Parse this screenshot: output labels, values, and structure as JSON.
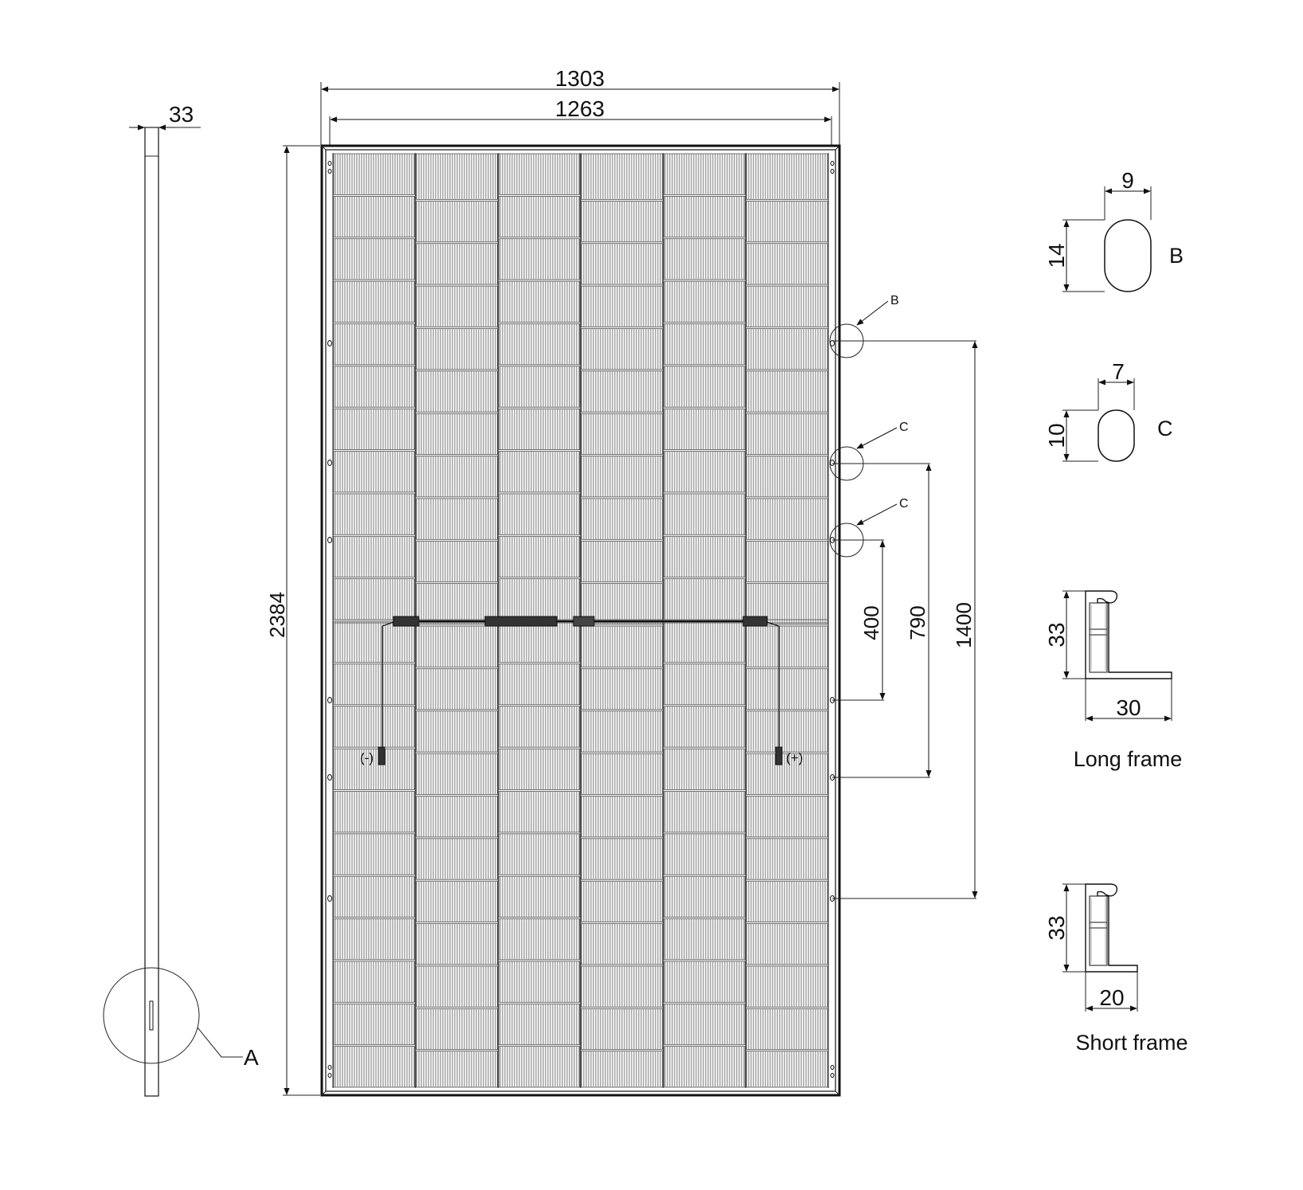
{
  "drawing": {
    "panel": {
      "cols": 6,
      "rows": 22,
      "frame_color": "#111111",
      "cell_line_color": "#555555"
    },
    "dims": {
      "overall_width": "1303",
      "glass_width": "1263",
      "overall_length": "2384",
      "thickness": "33",
      "hole_400": "400",
      "hole_790": "790",
      "hole_1400": "1400"
    },
    "detail_callouts": {
      "b": "B",
      "c1": "C",
      "c2": "C",
      "a": "A"
    },
    "polarity": {
      "negative": "(-)",
      "positive": "(+)"
    },
    "details": {
      "b": {
        "label": "B",
        "width": "9",
        "height": "14"
      },
      "c": {
        "label": "C",
        "width": "7",
        "height": "10"
      },
      "long_frame": {
        "label": "Long frame",
        "height": "33",
        "width": "30"
      },
      "short_frame": {
        "label": "Short frame",
        "height": "33",
        "width": "20"
      }
    }
  }
}
